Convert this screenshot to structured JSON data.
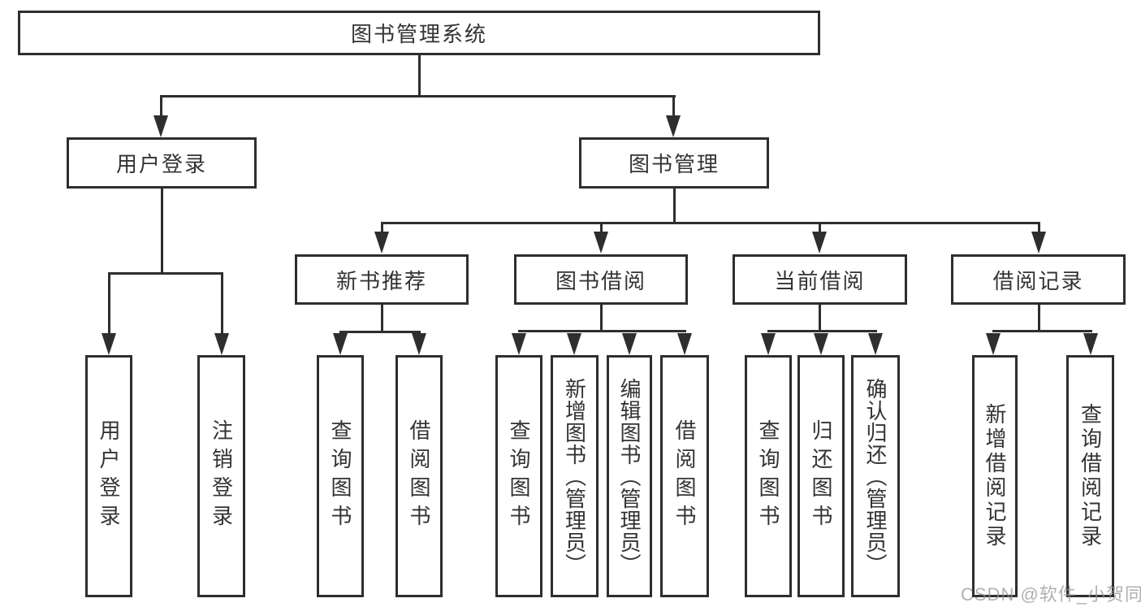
{
  "diagram": {
    "root": {
      "label": "图书管理系统"
    },
    "level2": [
      {
        "label": "用户登录"
      },
      {
        "label": "图书管理"
      }
    ],
    "level3": [
      {
        "label": "新书推荐"
      },
      {
        "label": "图书借阅"
      },
      {
        "label": "当前借阅"
      },
      {
        "label": "借阅记录"
      }
    ],
    "leaves": {
      "user": [
        "用户登录",
        "注销登录"
      ],
      "newbook": [
        "查询图书",
        "借阅图书"
      ],
      "borrow": [
        "查询图书",
        "新增图书（管理员）",
        "编辑图书（管理员）",
        "借阅图书"
      ],
      "current": [
        "查询图书",
        "归还图书",
        "确认归还（管理员）"
      ],
      "records": [
        "新增借阅记录",
        "查询借阅记录"
      ]
    }
  },
  "watermark": {
    "text": "CSDN @软件_小贺同学"
  },
  "colors": {
    "line": "#2e2e2e",
    "text": "#333333",
    "background": "#ffffff",
    "watermark_gray": "#919191"
  }
}
